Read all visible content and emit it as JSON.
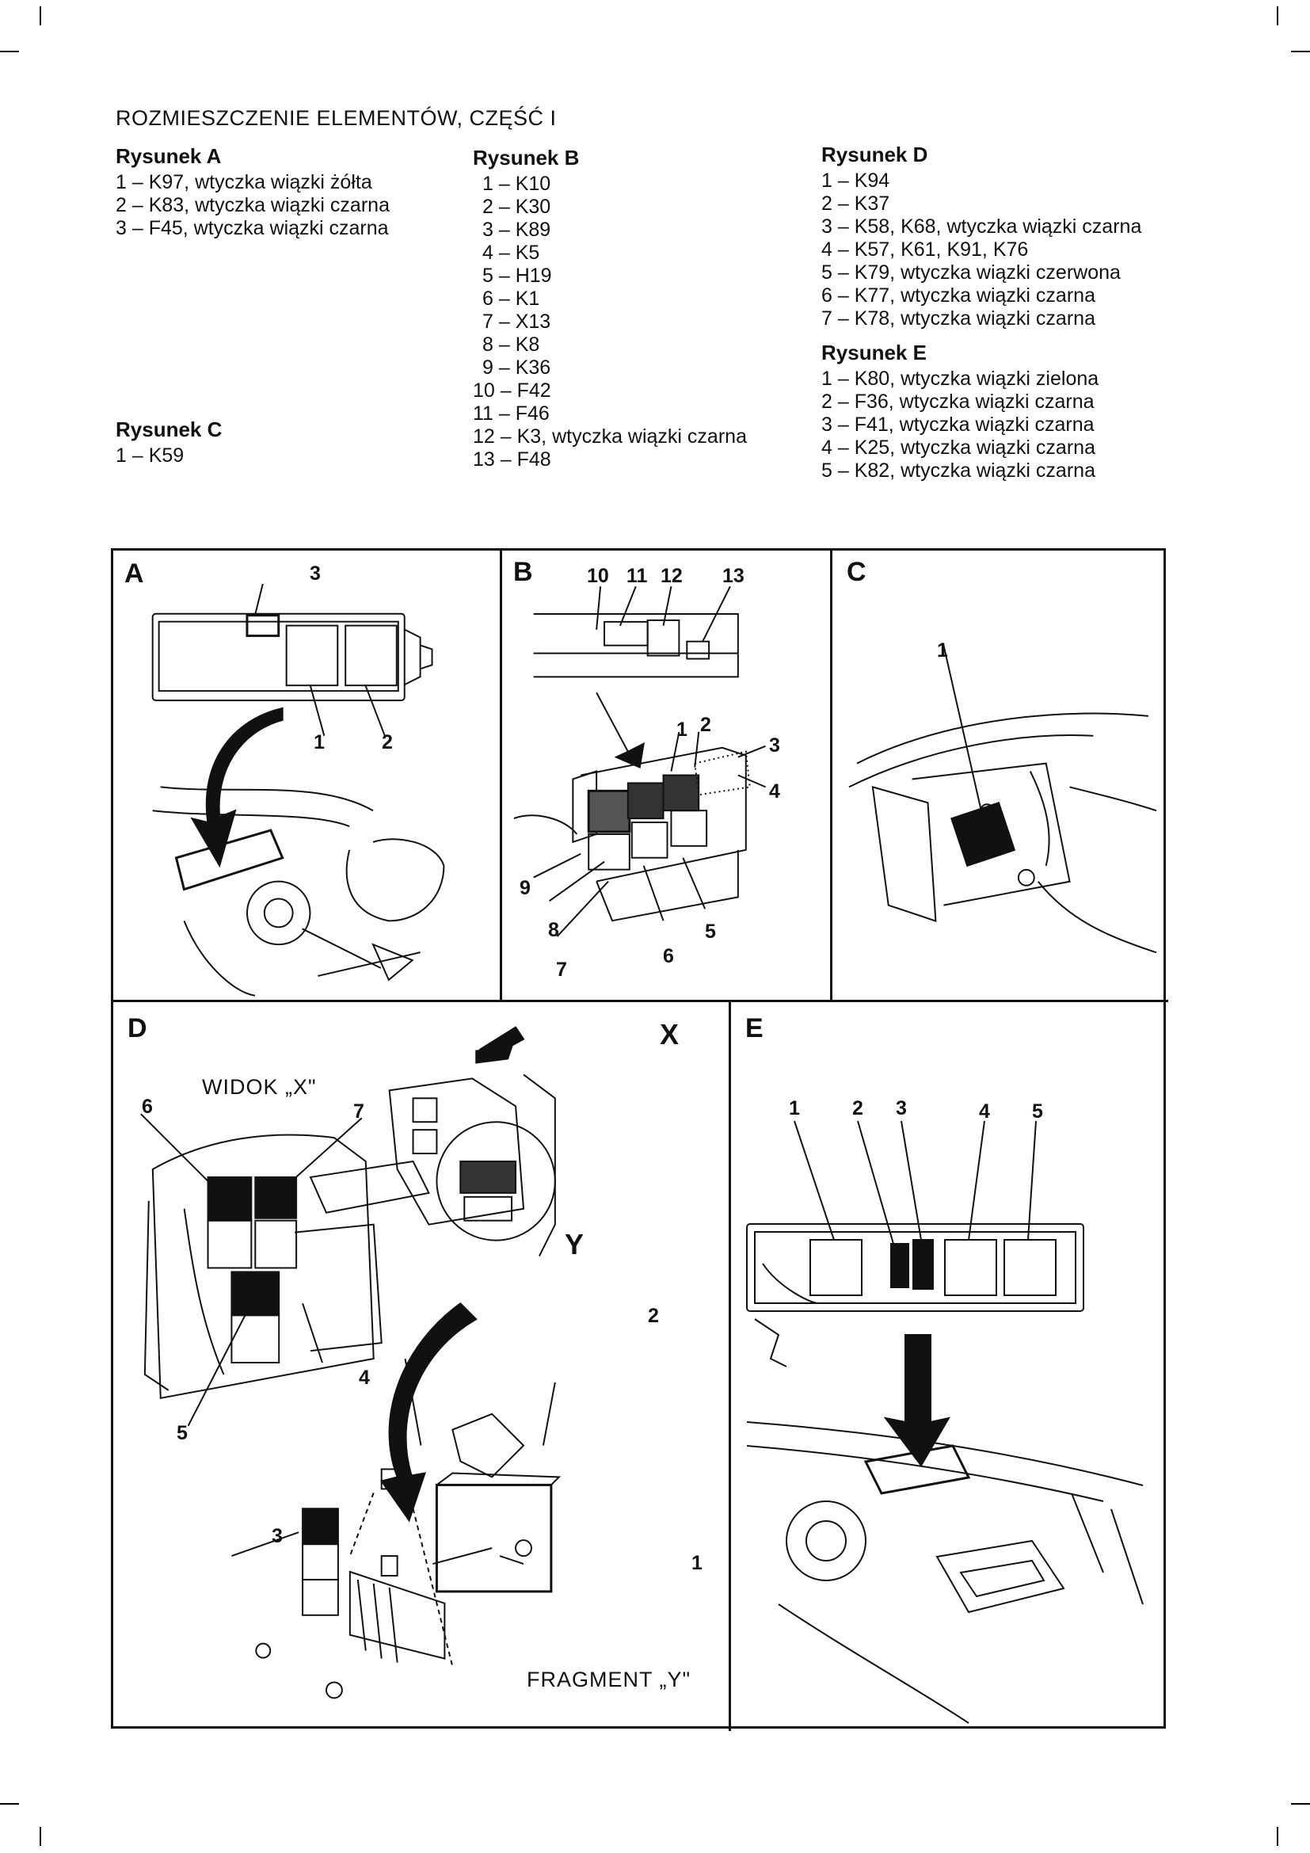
{
  "page_title": "ROZMIESZCZENIE ELEMENTÓW, CZĘŚĆ I",
  "legend": {
    "a": {
      "heading": "Rysunek A",
      "items": [
        "1 – K97, wtyczka wiązki żółta",
        "2 – K83, wtyczka wiązki czarna",
        "3 – F45, wtyczka wiązki czarna"
      ]
    },
    "c": {
      "heading": "Rysunek C",
      "items": [
        "1 – K59"
      ]
    },
    "b": {
      "heading": "Rysunek B",
      "items": [
        "1 – K10",
        "2 – K30",
        "3 – K89",
        "4 – K5",
        "5 – H19",
        "6 – K1",
        "7 – X13",
        "8 – K8",
        "9 – K36",
        "10 – F42",
        "11 – F46",
        "12 – K3, wtyczka wiązki czarna",
        "13 – F48"
      ]
    },
    "d": {
      "heading": "Rysunek D",
      "items": [
        "1 – K94",
        "2 – K37",
        "3 – K58, K68, wtyczka wiązki czarna",
        "4 – K57, K61, K91, K76",
        "5 – K79, wtyczka wiązki czerwona",
        "6 – K77, wtyczka wiązki czarna",
        "7 – K78, wtyczka wiązki czarna"
      ]
    },
    "e": {
      "heading": "Rysunek E",
      "items": [
        "1 – K80, wtyczka wiązki zielona",
        "2 – F36, wtyczka wiązki czarna",
        "3 – F41, wtyczka wiązki czarna",
        "4 – K25, wtyczka wiązki czarna",
        "5 – K82, wtyczka wiązki czarna"
      ]
    }
  },
  "panels": {
    "a": {
      "letter": "A",
      "labels": [
        "3",
        "1",
        "2"
      ]
    },
    "b": {
      "letter": "B",
      "labels": [
        "10",
        "11",
        "12",
        "13",
        "1",
        "2",
        "3",
        "4",
        "9",
        "8",
        "7",
        "6",
        "5"
      ]
    },
    "c": {
      "letter": "C",
      "labels": [
        "1"
      ]
    },
    "d": {
      "letter": "D",
      "view_caption": "WIDOK „X\"",
      "fragment_caption": "FRAGMENT „Y\"",
      "x_marker": "X",
      "y_marker": "Y",
      "labels": [
        "6",
        "7",
        "4",
        "5",
        "2",
        "3",
        "1"
      ]
    },
    "e": {
      "letter": "E",
      "labels": [
        "1",
        "2",
        "3",
        "4",
        "5"
      ]
    }
  }
}
